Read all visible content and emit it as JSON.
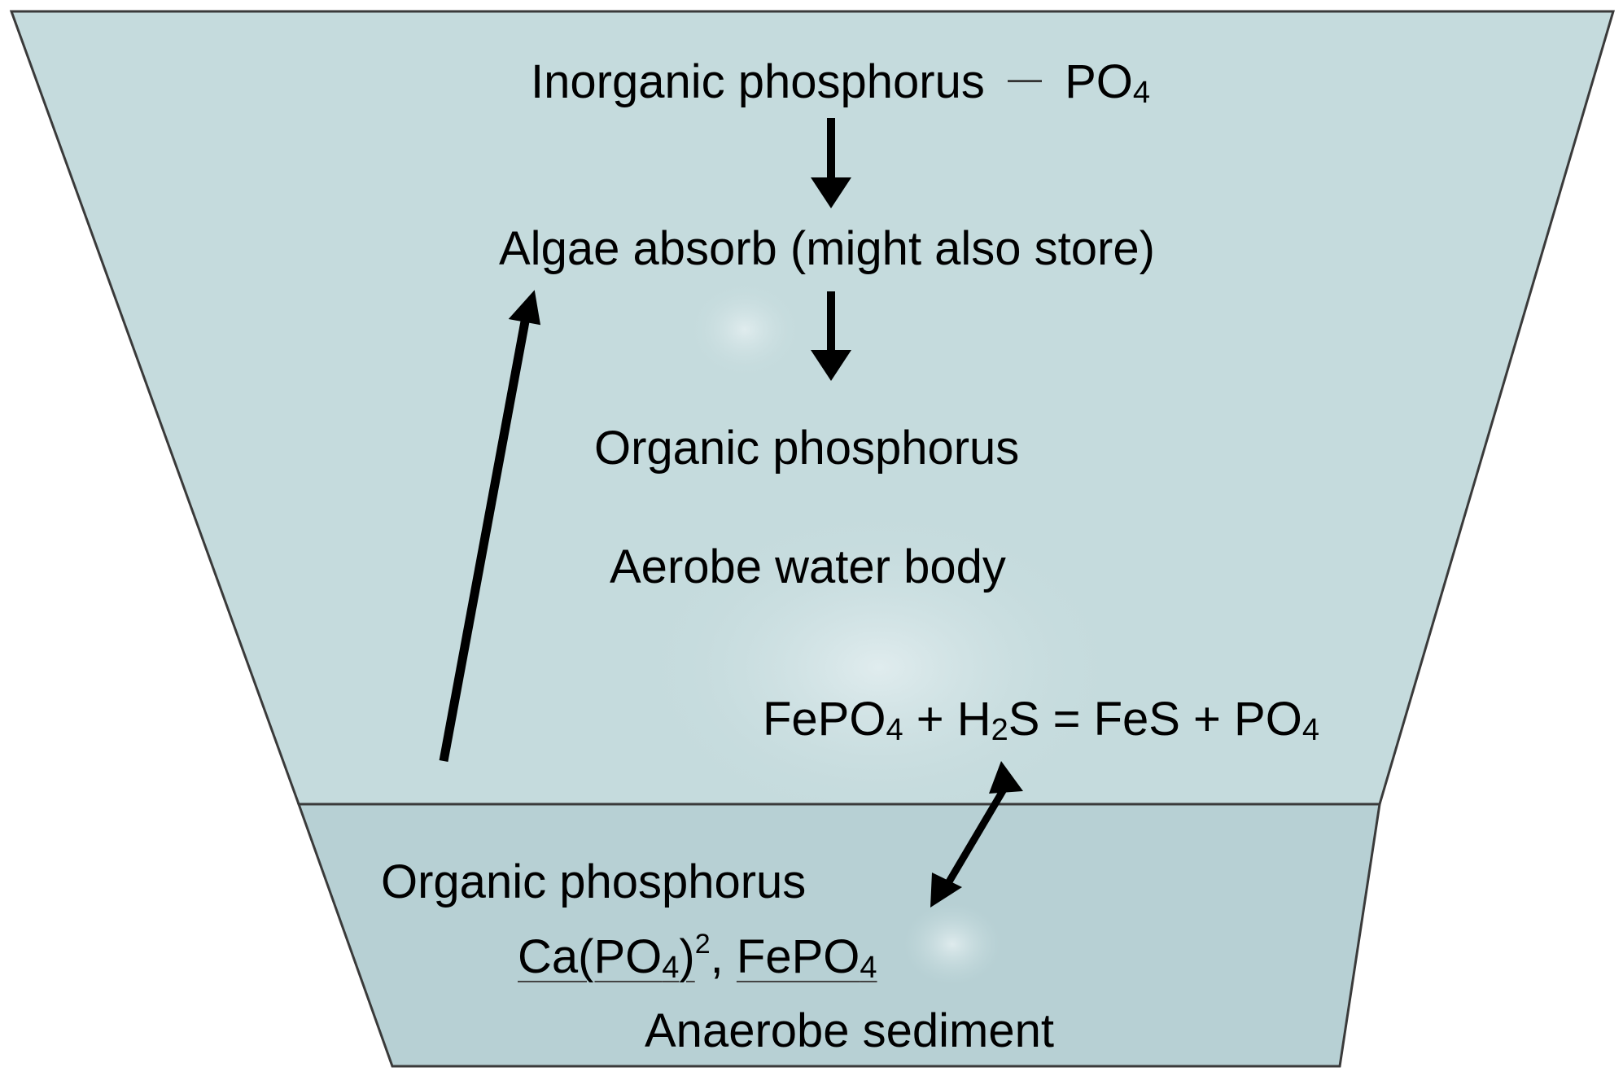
{
  "labels": {
    "inorganic_p": "Inorganic phosphorus",
    "dash": "—",
    "po4_top_base": "PO",
    "po4_top_sub": "4",
    "algae": "Algae absorb (might also store)",
    "organic_p_water": "Organic phosphorus",
    "aerobe_water": "Aerobe water body",
    "eq_fe": "FePO",
    "eq_fe_sub": "4",
    "eq_plus1": " + H",
    "eq_h_sub": "2",
    "eq_s": "S = FeS + PO",
    "eq_po_sub": "4",
    "organic_p_sed": "Organic phosphorus",
    "ca_base": "Ca(PO",
    "ca_sub": "4",
    "ca_close": ")",
    "ca_sup": "2",
    "comma": ",",
    "fepo_base": "FePO",
    "fepo_sub": "4",
    "anaerobe": "Anaerobe sediment"
  },
  "colors": {
    "water": "#c5dbdd",
    "sediment": "#b7d0d4",
    "outline": "#3a3a3a",
    "arrow": "#000000"
  }
}
